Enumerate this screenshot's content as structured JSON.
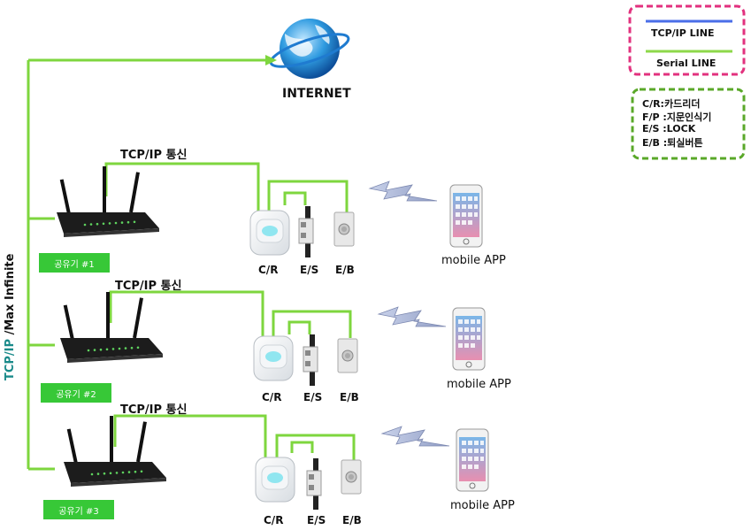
{
  "colors": {
    "tcp_line": "#4a6ee8",
    "serial_line": "#8ed84a",
    "diagram_line": "#7ed63e",
    "legend_pink": "#e2317e",
    "legend_green": "#5aa829",
    "tag_green": "#37c837",
    "vertical_teal": "#1a8a8a"
  },
  "internet_label": "INTERNET",
  "vertical_label": {
    "prefix": "TCP/IP",
    "suffix": " /Max  Infinite"
  },
  "legend": {
    "tcp_line_label": "TCP/IP LINE",
    "serial_line_label": "Serial LINE",
    "definitions": [
      "C/R:카드리더",
      "F/P :지문인식기",
      "E/S :LOCK",
      "E/B :퇴실버튼"
    ]
  },
  "rows": [
    {
      "router_tag": "공유기 #1",
      "link_label": "TCP/IP 통신",
      "cr_label": "C/R",
      "es_label": "E/S",
      "eb_label": "E/B",
      "app_label": "mobile APP"
    },
    {
      "router_tag": "공유기 #2",
      "link_label": "TCP/IP 통신",
      "cr_label": "C/R",
      "es_label": "E/S",
      "eb_label": "E/B",
      "app_label": "mobile APP"
    },
    {
      "router_tag": "공유기 #3",
      "link_label": "TCP/IP 통신",
      "cr_label": "C/R",
      "es_label": "E/S",
      "eb_label": "E/B",
      "app_label": "mobile APP"
    }
  ]
}
